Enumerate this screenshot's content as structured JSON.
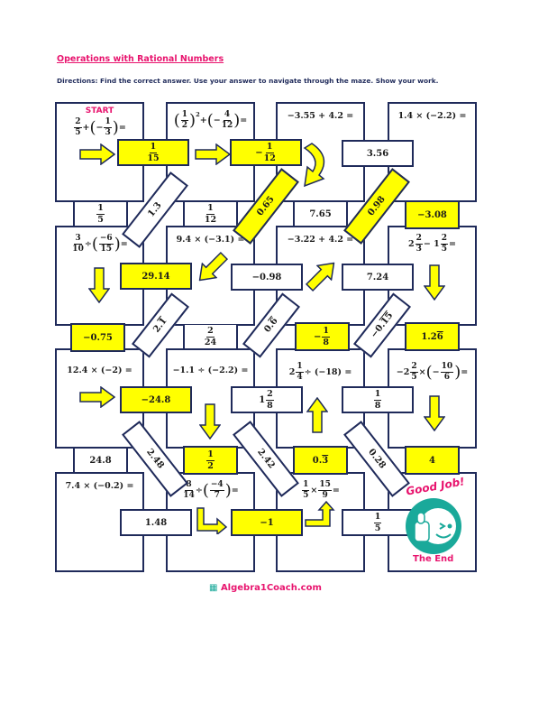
{
  "header": {
    "title": "Operations with Rational Numbers",
    "directions": "Directions: Find the correct answer. Use your answer to navigate through the maze. Show your work."
  },
  "start_label": "START",
  "cells": [
    [
      {
        "n": "2",
        "d": "5"
      },
      " + ",
      {
        "p": "("
      },
      "−",
      {
        "n": "1",
        "d": "3"
      },
      {
        "p": ")"
      },
      " ="
    ],
    [
      {
        "p": "("
      },
      {
        "n": "1",
        "d": "2"
      },
      {
        "p": ")"
      },
      {
        "sup": "2"
      },
      " + ",
      {
        "p": "("
      },
      "−",
      {
        "n": "4",
        "d": "12"
      },
      {
        "p": ")"
      },
      " ="
    ],
    [
      "−3.55 + 4.2 ="
    ],
    [
      "1.4 × (−2.2) ="
    ],
    [
      {
        "n": "3",
        "d": "10"
      },
      " ÷ ",
      {
        "p": "("
      },
      {
        "n": "−6",
        "d": "15"
      },
      {
        "p": ")"
      },
      " ="
    ],
    [
      "9.4 × (−3.1) ="
    ],
    [
      "−3.22 + 4.2 ="
    ],
    [
      "2",
      {
        "n": "2",
        "d": "3"
      },
      " − 1",
      {
        "n": "2",
        "d": "5"
      },
      " ="
    ],
    [
      "12.4 × (−2) ="
    ],
    [
      "−1.1 ÷ (−2.2) ="
    ],
    [
      "2",
      {
        "n": "1",
        "d": "4"
      },
      " ÷ (−18) ="
    ],
    [
      "−2",
      {
        "n": "2",
        "d": "5"
      },
      " × ",
      {
        "p": "("
      },
      "−",
      {
        "n": "10",
        "d": "6"
      },
      {
        "p": ")"
      },
      " ="
    ],
    [
      "7.4 × (−0.2) ="
    ],
    [
      {
        "n": "8",
        "d": "14"
      },
      " ÷ ",
      {
        "p": "("
      },
      {
        "n": "−4",
        "d": "7"
      },
      {
        "p": ")"
      },
      " ="
    ],
    [
      {
        "n": "1",
        "d": "5"
      },
      " × ",
      {
        "n": "15",
        "d": "9"
      },
      " ="
    ]
  ],
  "row_answers": [
    [
      {
        "n": "1",
        "d": "15"
      }
    ],
    [
      "−",
      {
        "n": "1",
        "d": "12"
      }
    ],
    [
      "3.56"
    ],
    [
      "29.14"
    ],
    [
      "−0.98"
    ],
    [
      "7.24"
    ],
    [
      "−24.8"
    ],
    [
      "1",
      {
        "n": "2",
        "d": "8"
      }
    ],
    [
      {
        "n": "1",
        "d": "8"
      }
    ],
    [
      "1.48"
    ],
    [
      "−1"
    ],
    [
      {
        "n": "1",
        "d": "5"
      }
    ]
  ],
  "col_answers": [
    [
      {
        "n": "1",
        "d": "5"
      }
    ],
    [
      {
        "n": "1",
        "d": "12"
      }
    ],
    [
      "7.65"
    ],
    [
      "−3.08"
    ],
    [
      "−0.75"
    ],
    [
      {
        "n": "2",
        "d": "24"
      }
    ],
    [
      "−",
      {
        "n": "1",
        "d": "8"
      }
    ],
    [
      "1.2",
      {
        "o": "6"
      }
    ],
    [
      "24.8"
    ],
    [
      {
        "n": "1",
        "d": "2"
      }
    ],
    [
      "0.",
      {
        "o": "3"
      }
    ],
    [
      "4"
    ]
  ],
  "diag_answers": [
    [
      "1.3"
    ],
    [
      "0.65"
    ],
    [
      "0.98"
    ],
    [
      "2.",
      {
        "o": "1"
      }
    ],
    [
      "0.",
      {
        "o": "6"
      }
    ],
    [
      "−0.",
      {
        "o": "15"
      }
    ],
    [
      "2.48"
    ],
    [
      "2.42"
    ],
    [
      "0.28"
    ]
  ],
  "end_badge": {
    "top": "Good Job!",
    "bottom": "The End"
  },
  "footer": "Algebra1Coach.com",
  "colors": {
    "highlight": "#ffff00",
    "border": "#1f2a5a",
    "accent": "#e8146e",
    "badge": "#1aa99a"
  }
}
